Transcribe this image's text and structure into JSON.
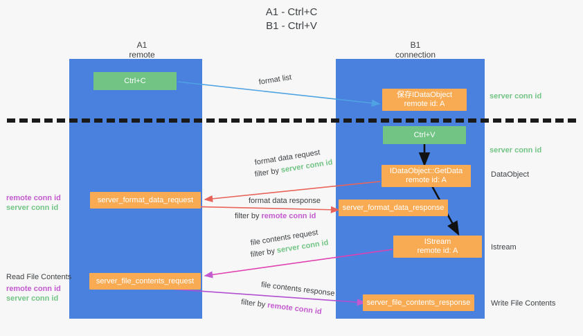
{
  "title": {
    "line1": "A1 - Ctrl+C",
    "line2": "B1 - Ctrl+V"
  },
  "columns": [
    {
      "name": "A1",
      "role": "remote"
    },
    {
      "name": "B1",
      "role": "connection"
    }
  ],
  "colors": {
    "lane": "#4a81df",
    "green_box": "#72c485",
    "orange_box": "#f9ab54",
    "server_conn_id": "#72c485",
    "remote_conn_id": "#c45ad0",
    "arrow_blue": "#4fa3e3",
    "arrow_red": "#e8645a",
    "arrow_magenta": "#c45ad0",
    "arrow_dark": "#1a1a1a",
    "background": "#f7f7f7",
    "text": "#3c4043"
  },
  "nodes": {
    "ctrl_c": {
      "label": "Ctrl+C",
      "kind": "green"
    },
    "save_idataobject": {
      "line1": "保存IDataObject",
      "line2": "remote id: A",
      "kind": "orange"
    },
    "ctrl_v": {
      "label": "Ctrl+V",
      "kind": "green"
    },
    "getdata": {
      "line1": "IDataObject::GetData",
      "line2": "remote id: A",
      "kind": "orange"
    },
    "server_format_data_request": {
      "label": "server_format_data_request",
      "kind": "orange"
    },
    "server_format_data_response": {
      "label": "server_format_data_response",
      "kind": "orange"
    },
    "istream": {
      "line1": "IStream",
      "line2": "remote id: A",
      "kind": "orange"
    },
    "server_file_contents_request": {
      "label": "server_file_contents_request",
      "kind": "orange"
    },
    "server_file_contents_response": {
      "label": "server_file_contents_response",
      "kind": "orange"
    }
  },
  "edge_labels": {
    "format_list": "format list",
    "format_data_request": {
      "line1": "format data request",
      "line2_prefix": "filter by ",
      "line2_token": "server conn id",
      "token_color": "server"
    },
    "format_data_response": {
      "line1": "format data response",
      "line2_prefix": "filter by ",
      "line2_token": "remote conn id",
      "token_color": "remote"
    },
    "file_contents_request": {
      "line1": "file contents request",
      "line2_prefix": "filter by ",
      "line2_token": "server conn id",
      "token_color": "server"
    },
    "file_contents_response": {
      "line1": "file contents response",
      "line2_prefix": "filter by ",
      "line2_token": "remote conn id",
      "token_color": "remote"
    }
  },
  "right_annotations": [
    {
      "text": "server conn id",
      "style": "server"
    },
    {
      "text": "server conn id",
      "style": "server"
    },
    {
      "text": "DataObject",
      "style": "plain"
    },
    {
      "text": "Istream",
      "style": "plain"
    },
    {
      "text": "Write File Contents",
      "style": "plain"
    }
  ],
  "left_annotations": {
    "group1": [
      {
        "text": "remote conn id",
        "style": "remote"
      },
      {
        "text": "server conn id",
        "style": "server"
      }
    ],
    "read_file_contents": "Read File Contents",
    "group2": [
      {
        "text": "remote conn id",
        "style": "remote"
      },
      {
        "text": "server conn id",
        "style": "server"
      }
    ]
  }
}
